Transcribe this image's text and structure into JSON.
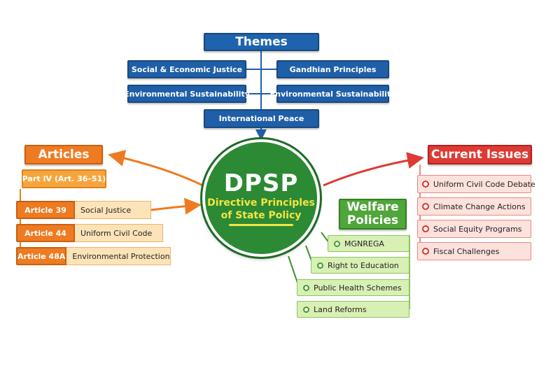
{
  "themes": {
    "title": "Themes",
    "items": [
      "Social & Economic Justice",
      "Gandhian Principles",
      "Environmental Sustainability",
      "Environmental Sustainability",
      "International Peace"
    ]
  },
  "center": {
    "title": "DPSP",
    "subtitle_line1": "Directive Principles",
    "subtitle_line2": "of State Policy"
  },
  "articles": {
    "title": "Articles",
    "part": "Part IV (Art. 36–51)",
    "rows": [
      {
        "tag": "Article 39",
        "desc": "Social Justice"
      },
      {
        "tag": "Article 44",
        "desc": "Uniform Civil Code"
      },
      {
        "tag": "Article 48A",
        "desc": "Environmental Protection"
      }
    ]
  },
  "current_issues": {
    "title": "Current Issues",
    "items": [
      "Uniform Civil Code Debate",
      "Climate Change Actions",
      "Social Equity Programs",
      "Fiscal Challenges"
    ]
  },
  "welfare": {
    "title_line1": "Welfare",
    "title_line2": "Policies",
    "items": [
      "MGNREGA",
      "Right to Education",
      "Public Health Schemes",
      "Land Reforms"
    ]
  },
  "colors": {
    "themes": "#1f5fa8",
    "articles": "#ee7b22",
    "issues": "#dd3b34",
    "welfare": "#4fa63a",
    "center": "#2c8a34"
  }
}
